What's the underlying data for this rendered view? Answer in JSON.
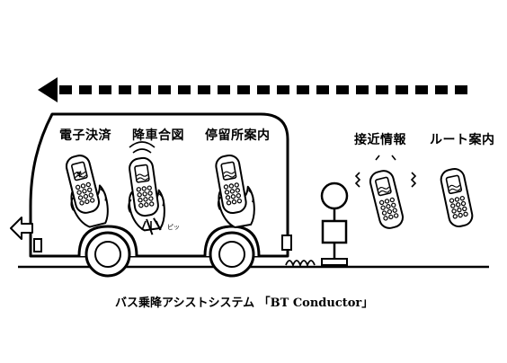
{
  "labels": {
    "payment": "電子決済",
    "stop_signal": "降車合図",
    "stop_info": "停留所案内",
    "approach_info": "接近情報",
    "route_guide": "ルート案内"
  },
  "sound_effect": "ピッ",
  "yen_symbol": "¥",
  "caption": {
    "prefix": "バス乗降アシストシステム 「",
    "name": "BT  Conductor",
    "suffix": "」"
  }
}
